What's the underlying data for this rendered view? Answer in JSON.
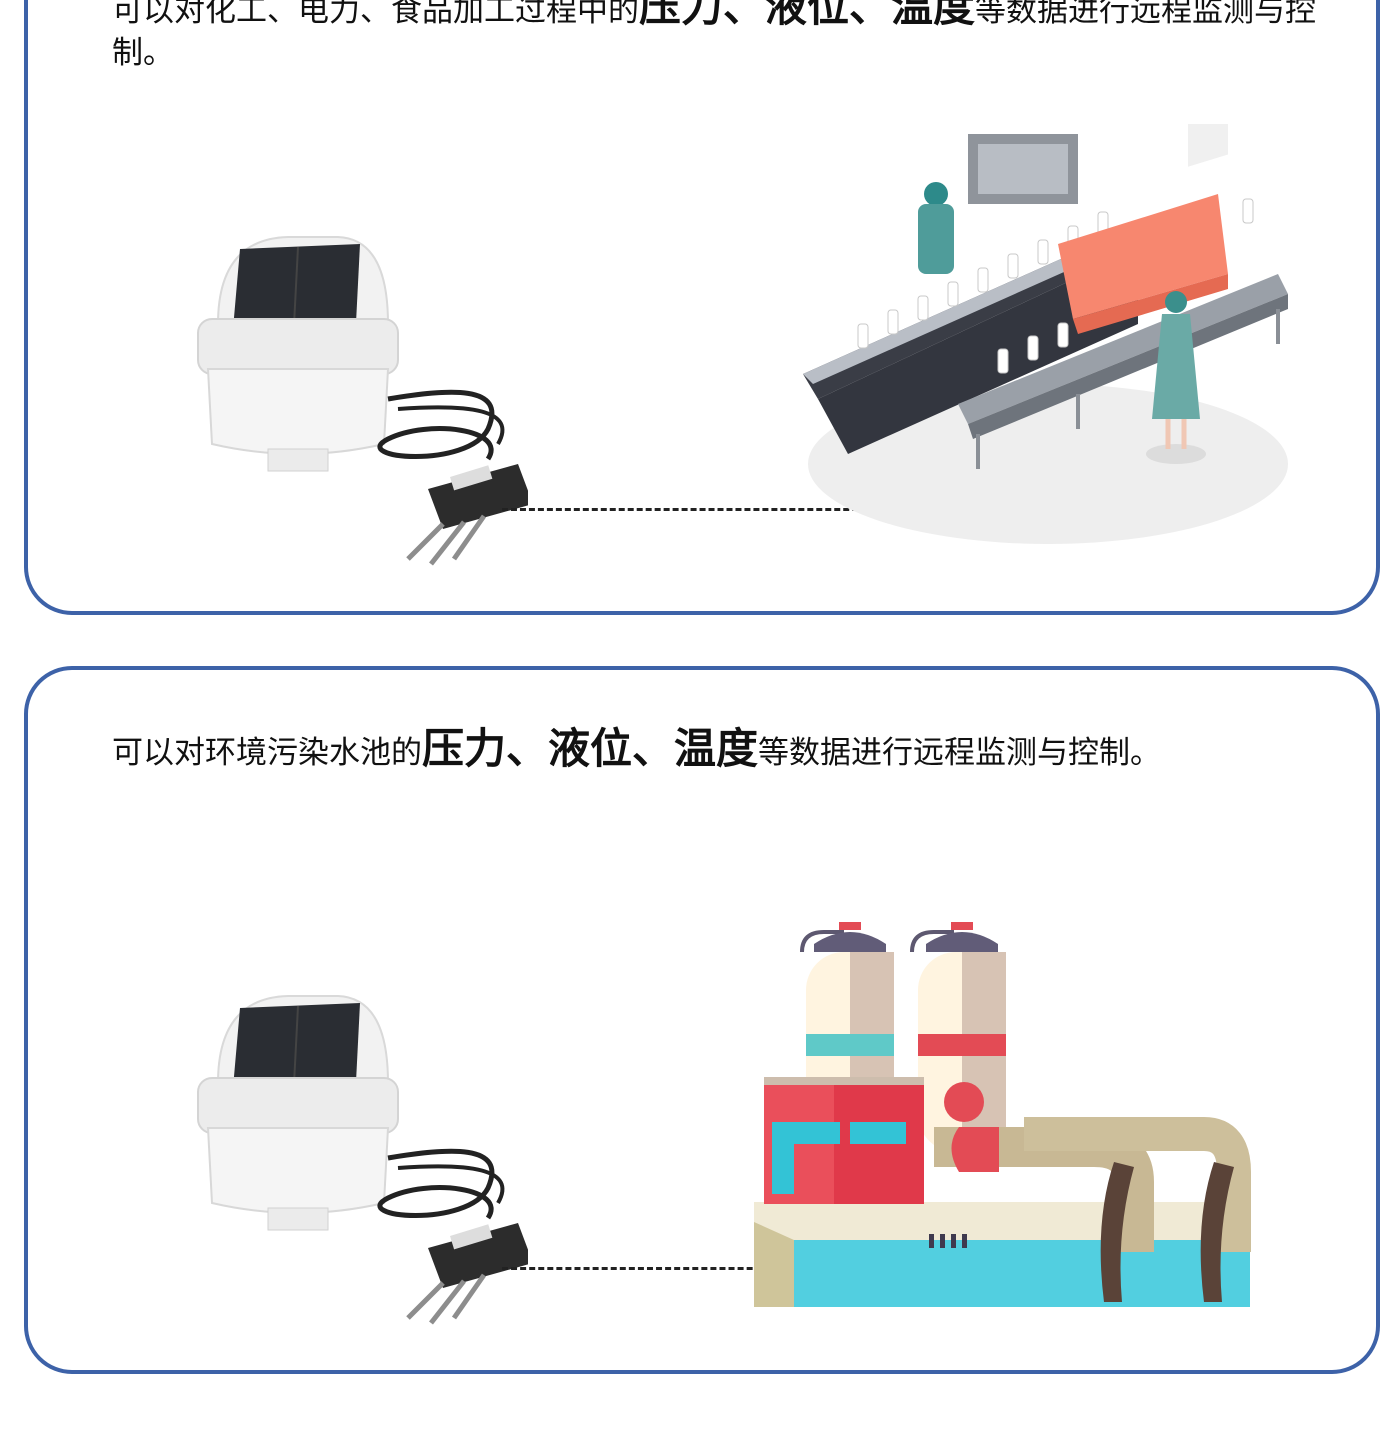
{
  "sections": [
    {
      "text_before": "可以对化工、电力、食品加工过程中的",
      "highlight": "压力、液位、温度",
      "text_after": "等数据进行远程监测与控制。",
      "sensor_icon": "soil-sensor-device",
      "scene_icon": "food-processing-conveyor-line"
    },
    {
      "text_before": "可以对环境污染水池的",
      "highlight": "压力、液位、温度",
      "text_after": "等数据进行远程监测与控制。",
      "sensor_icon": "soil-sensor-device",
      "scene_icon": "polluted-water-pool-factory"
    }
  ],
  "colors": {
    "border": "#3d62a8",
    "conveyor_box": "#f7876f",
    "pool_water": "#4fcfe0",
    "factory_red": "#e0394a"
  }
}
